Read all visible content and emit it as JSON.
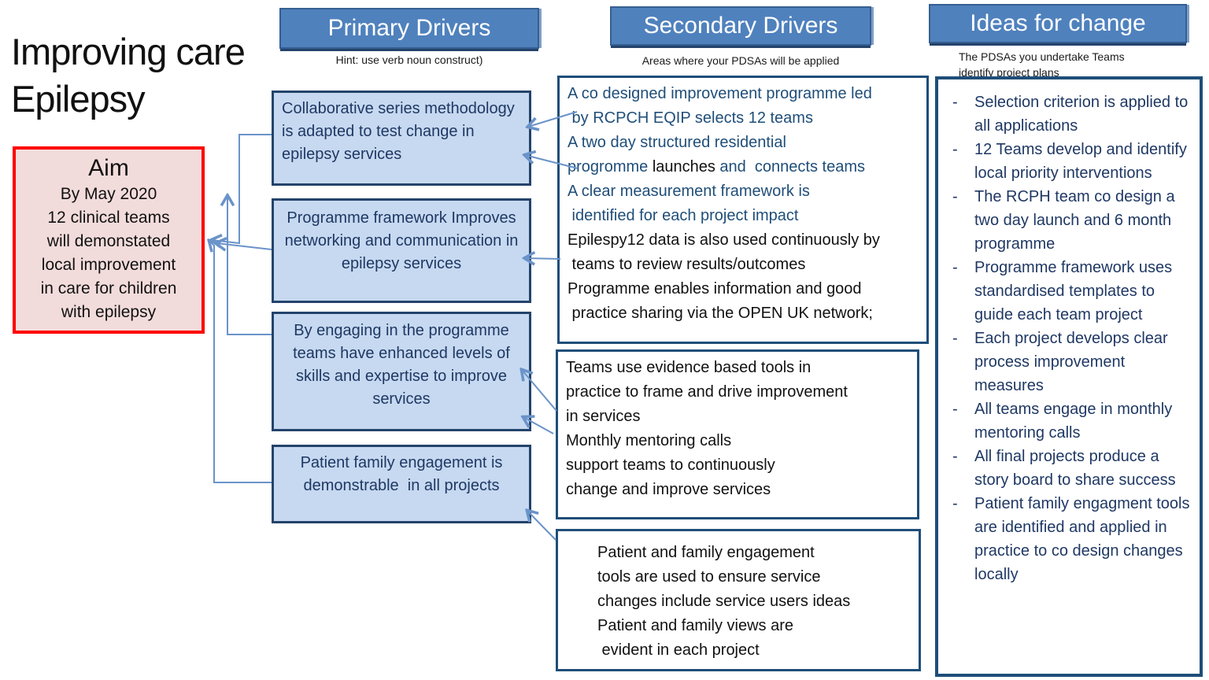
{
  "title": {
    "line1": "Improving care",
    "line2": "Epilepsy"
  },
  "aim": {
    "heading": "Aim",
    "lines": [
      "By May 2020",
      "12 clinical teams",
      "will demonstated",
      "local improvement",
      "in care for children",
      "with epilepsy"
    ]
  },
  "headers": {
    "primary": {
      "label": "Primary Drivers",
      "hint": "Hint: use verb noun construct)"
    },
    "secondary": {
      "label": "Secondary Drivers",
      "hint": "Areas where your PDSAs will be applied"
    },
    "ideas": {
      "label": "Ideas for change",
      "hint_lines": [
        "The PDSAs you undertake Teams",
        "identify project plans"
      ]
    }
  },
  "primary_drivers": [
    {
      "text": "Collaborative series methodology is adapted to test change in epilepsy services"
    },
    {
      "text": "Programme framework Improves networking and communication in epilepsy services"
    },
    {
      "text": "By engaging in the programme teams have enhanced levels of skills and expertise to improve services"
    },
    {
      "text": "Patient family engagement is demonstrable  in all projects"
    }
  ],
  "secondary_drivers": {
    "box1_lines": [
      [
        {
          "t": "A co designed improvement programme led",
          "c": "blue"
        }
      ],
      [
        {
          "t": " by RCPCH EQIP selects 12 teams",
          "c": "blue"
        }
      ],
      [
        {
          "t": "A two day structured residential",
          "c": "blue"
        }
      ],
      [
        {
          "t": "progromme ",
          "c": "blue"
        },
        {
          "t": "launches",
          "c": "black"
        },
        {
          "t": " and  connects teams",
          "c": "blue"
        }
      ],
      [
        {
          "t": "A clear measurement framework is",
          "c": "blue"
        }
      ],
      [
        {
          "t": " identified for each project impact",
          "c": "blue"
        }
      ],
      [
        {
          "t": "Epilespy12 data is also used continuously by",
          "c": "black"
        }
      ],
      [
        {
          "t": " teams to review results/outcomes",
          "c": "black"
        }
      ],
      [
        {
          "t": "Programme enables information and good",
          "c": "black"
        }
      ],
      [
        {
          "t": " practice sharing via the OPEN UK network;",
          "c": "black"
        }
      ]
    ],
    "box2_lines": [
      "Teams use evidence based tools in",
      "practice to frame and drive improvement",
      "in services",
      "Monthly mentoring calls",
      "support teams to continuously",
      "change and improve services"
    ],
    "box3_lines": [
      "Patient and family engagement",
      "tools are used to ensure service",
      "changes include service users ideas",
      "Patient and family views are",
      " evident in each project"
    ]
  },
  "ideas": {
    "bullet": "-",
    "items": [
      "Selection criterion is applied to all applications",
      "12 Teams develop and identify local priority interventions",
      "The RCPH team co design a two day launch and 6 month programme",
      "Programme framework uses standardised templates to guide each team project",
      "Each project develops clear process improvement measures",
      "All teams engage in monthly mentoring calls",
      "All   final projects produce a story board to share success",
      "Patient family engagment tools are identified and applied in practice to co design changes locally"
    ]
  },
  "colors": {
    "header_fill": "#4f81bd",
    "header_border": "#365f91",
    "header_text": "#ffffff",
    "primary_fill": "#c6d9f0",
    "primary_border": "#24436b",
    "primary_text": "#1f3864",
    "secondary_border": "#1f4e79",
    "blue_text": "#1f4e79",
    "black_text": "#111111",
    "aim_fill": "#f2dcdb",
    "aim_border": "#fe0000",
    "arrow": "#6a93c9"
  }
}
